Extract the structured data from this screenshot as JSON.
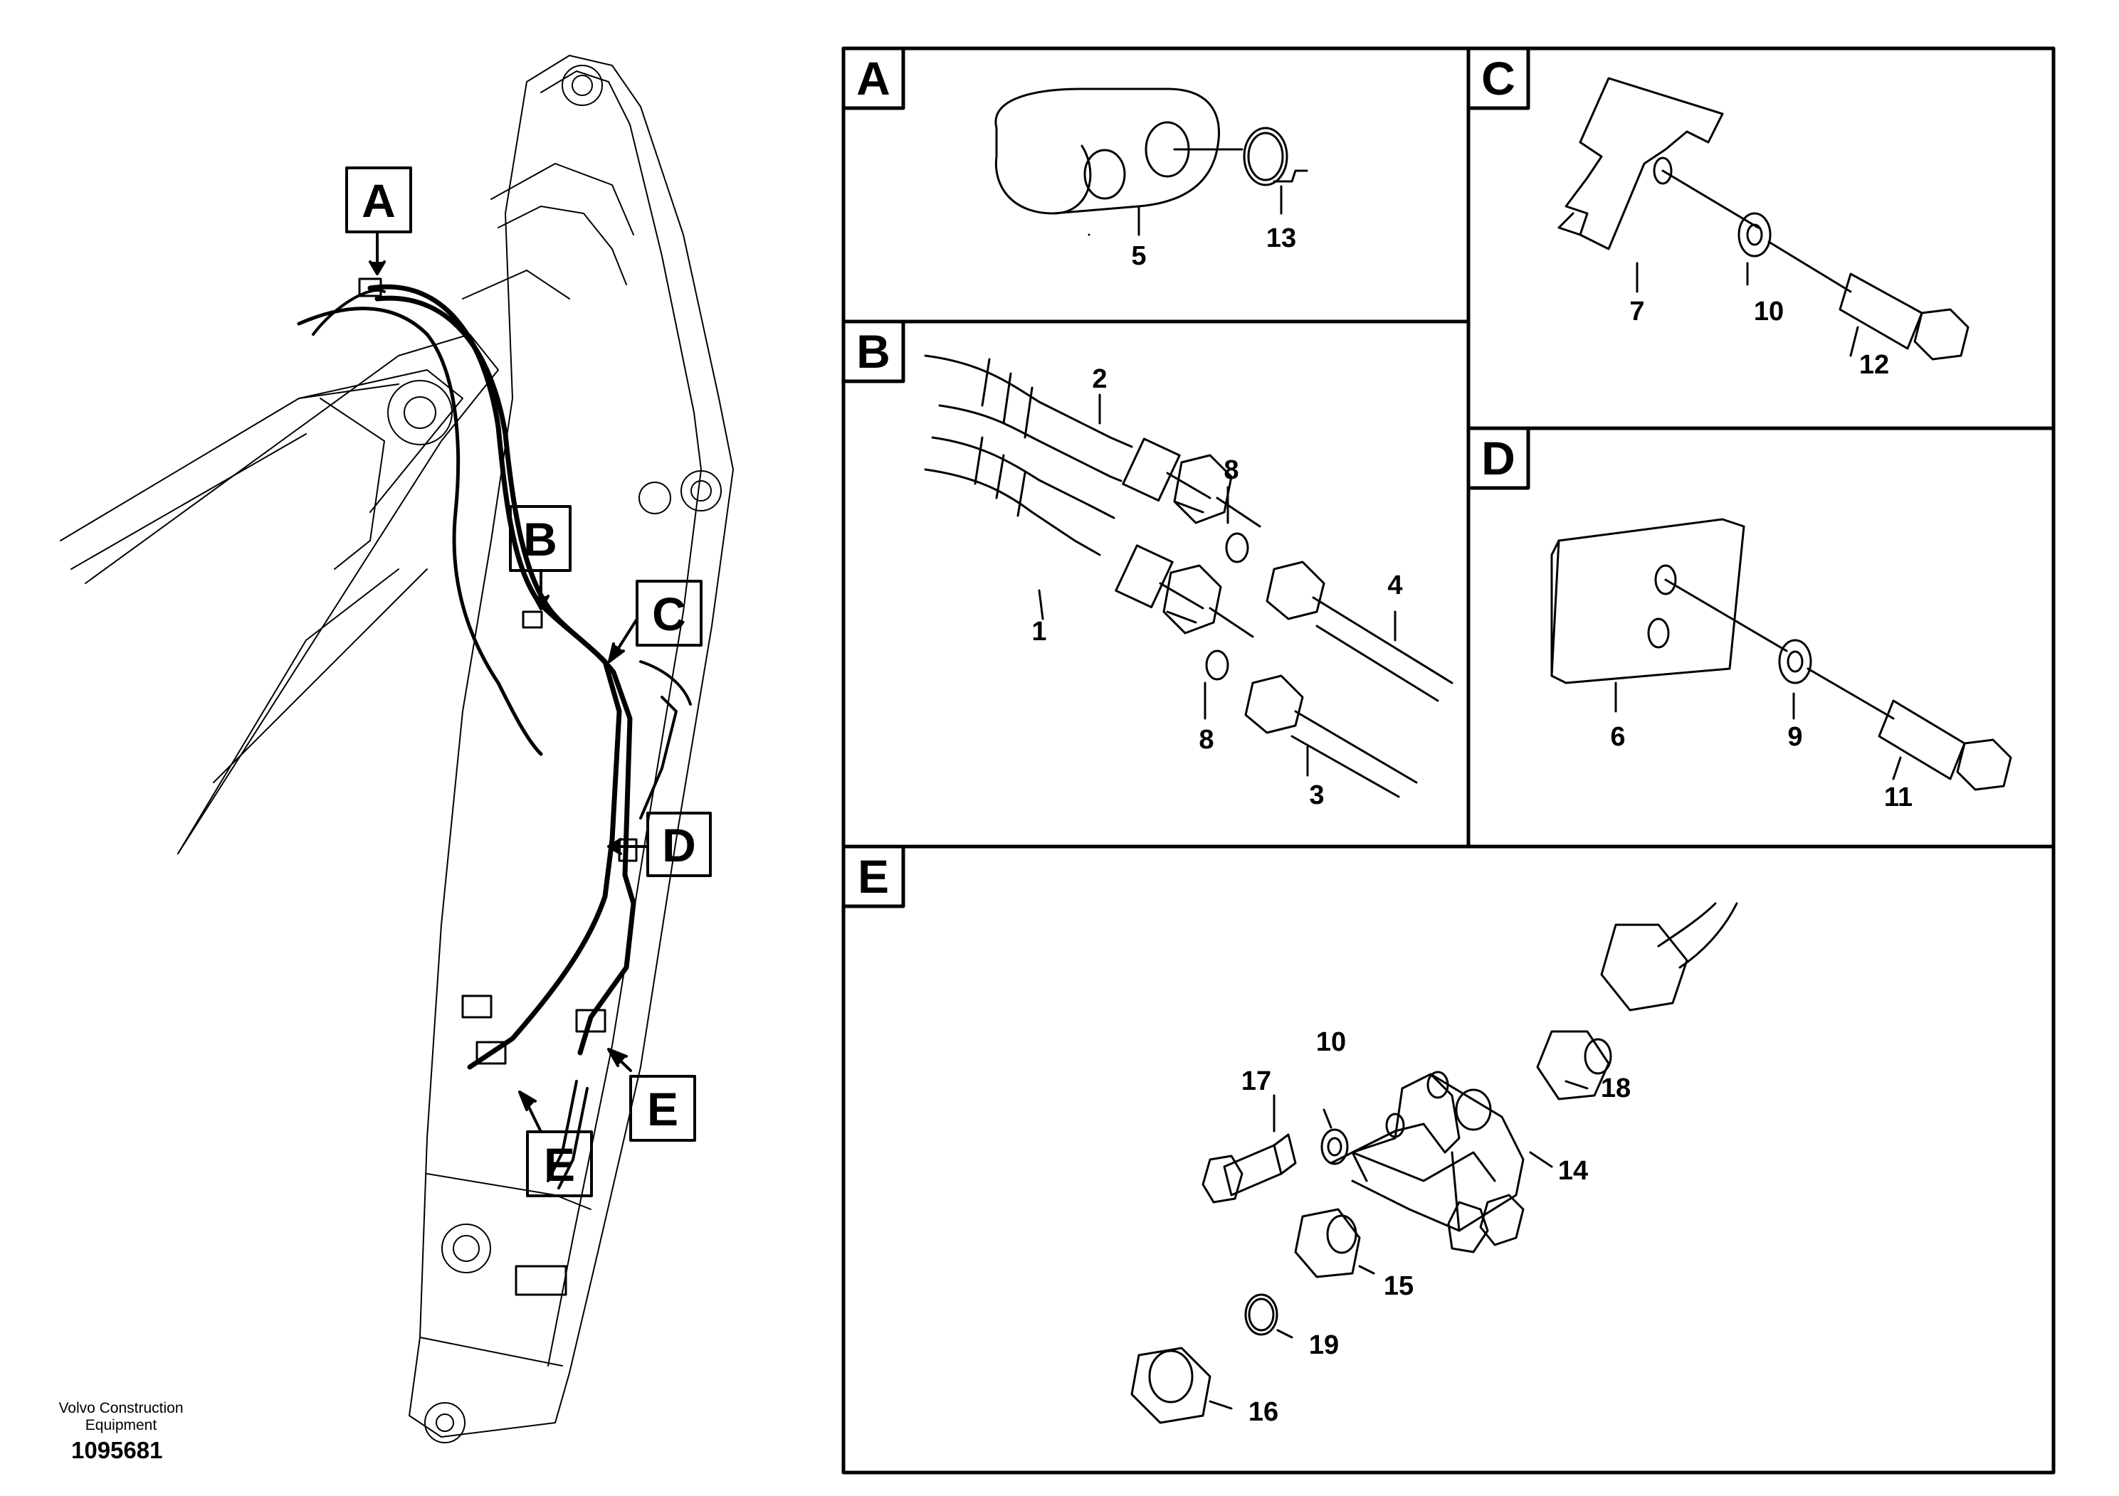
{
  "footer": {
    "manufacturer": "Volvo Construction Equipment",
    "document_number": "1095681"
  },
  "overview": {
    "markers": [
      "A",
      "B",
      "C",
      "D",
      "E",
      "E"
    ]
  },
  "panels": {
    "A": {
      "letter": "A",
      "callouts": [
        "5",
        "13"
      ]
    },
    "B": {
      "letter": "B",
      "callouts": [
        "1",
        "2",
        "3",
        "4",
        "8",
        "8"
      ]
    },
    "C": {
      "letter": "C",
      "callouts": [
        "7",
        "10",
        "12"
      ]
    },
    "D": {
      "letter": "D",
      "callouts": [
        "6",
        "9",
        "11"
      ]
    },
    "E": {
      "letter": "E",
      "callouts": [
        "10",
        "14",
        "15",
        "16",
        "17",
        "18",
        "19"
      ]
    }
  }
}
